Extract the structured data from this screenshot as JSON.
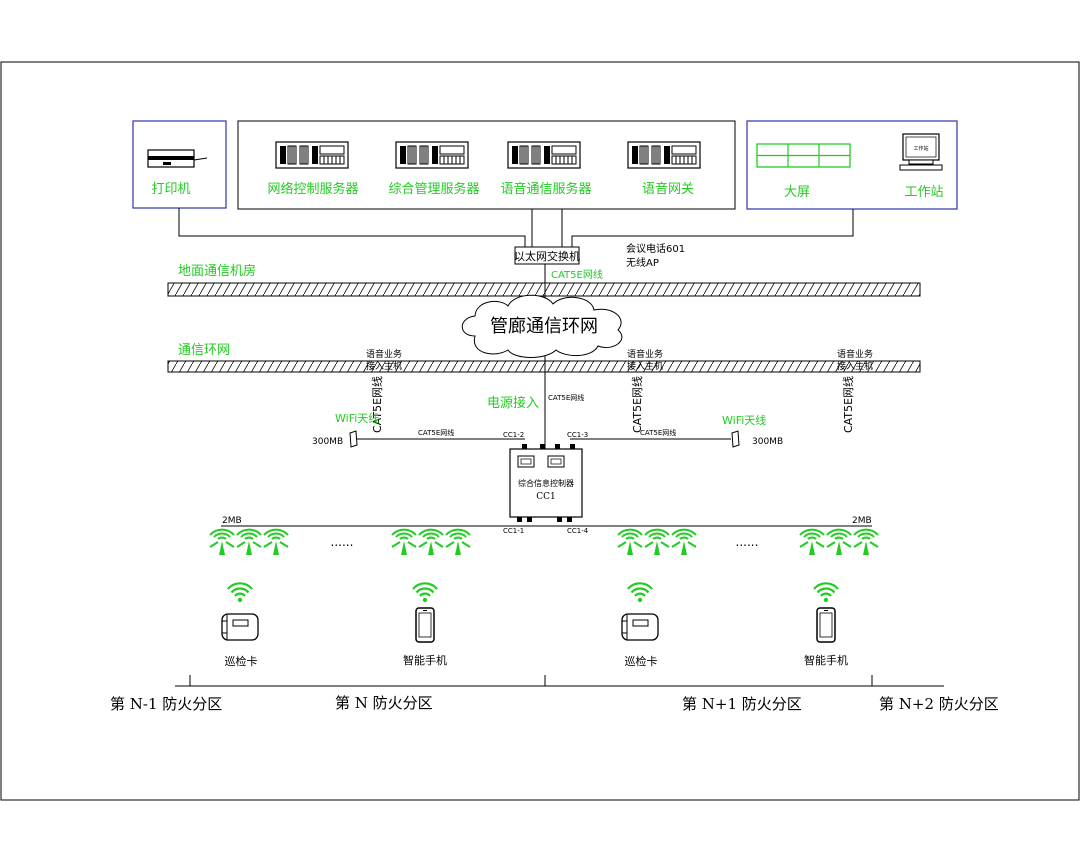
{
  "equipment": {
    "printer": "打印机",
    "servers": [
      "网络控制服务器",
      "综合管理服务器",
      "语音通信服务器",
      "语音网关"
    ],
    "big_screen": "大屏",
    "workstation": "工作站",
    "workstation_screen": "工作站"
  },
  "switch": {
    "label": "以太网交换机",
    "side_line1": "会议电话601",
    "side_line2": "无线AP",
    "cable": "CAT5E网线"
  },
  "layers": {
    "ground_room": "地面通信机房",
    "ring_net": "通信环网",
    "cloud": "管廊通信环网"
  },
  "access": {
    "voice_line1": "语音业务",
    "voice_line2": "接入主机",
    "cat5e_vertical": "CAT5E网线",
    "power": "电源接入",
    "cat5e_small": "CAT5E网线"
  },
  "wifi": {
    "antenna_label": "WiFi天线",
    "bandwidth": "300MB",
    "cable": "CAT5E网线"
  },
  "box": {
    "name": "综合信息控制器",
    "id": "CC1",
    "ports": [
      "CC1-2",
      "CC1-3",
      "CC1-1",
      "CC1-4"
    ]
  },
  "bus": {
    "rate_left": "2MB",
    "rate_right": "2MB",
    "dots": "......"
  },
  "devices": {
    "patrol_card": "巡检卡",
    "smartphone": "智能手机"
  },
  "zones": [
    "第 N-1 防火分区",
    "第 N 防火分区",
    "第 N+1 防火分区",
    "第 N+2 防火分区"
  ],
  "colors": {
    "green": "#22cc22",
    "frame_blue": "#3333aa",
    "line": "#000000"
  }
}
